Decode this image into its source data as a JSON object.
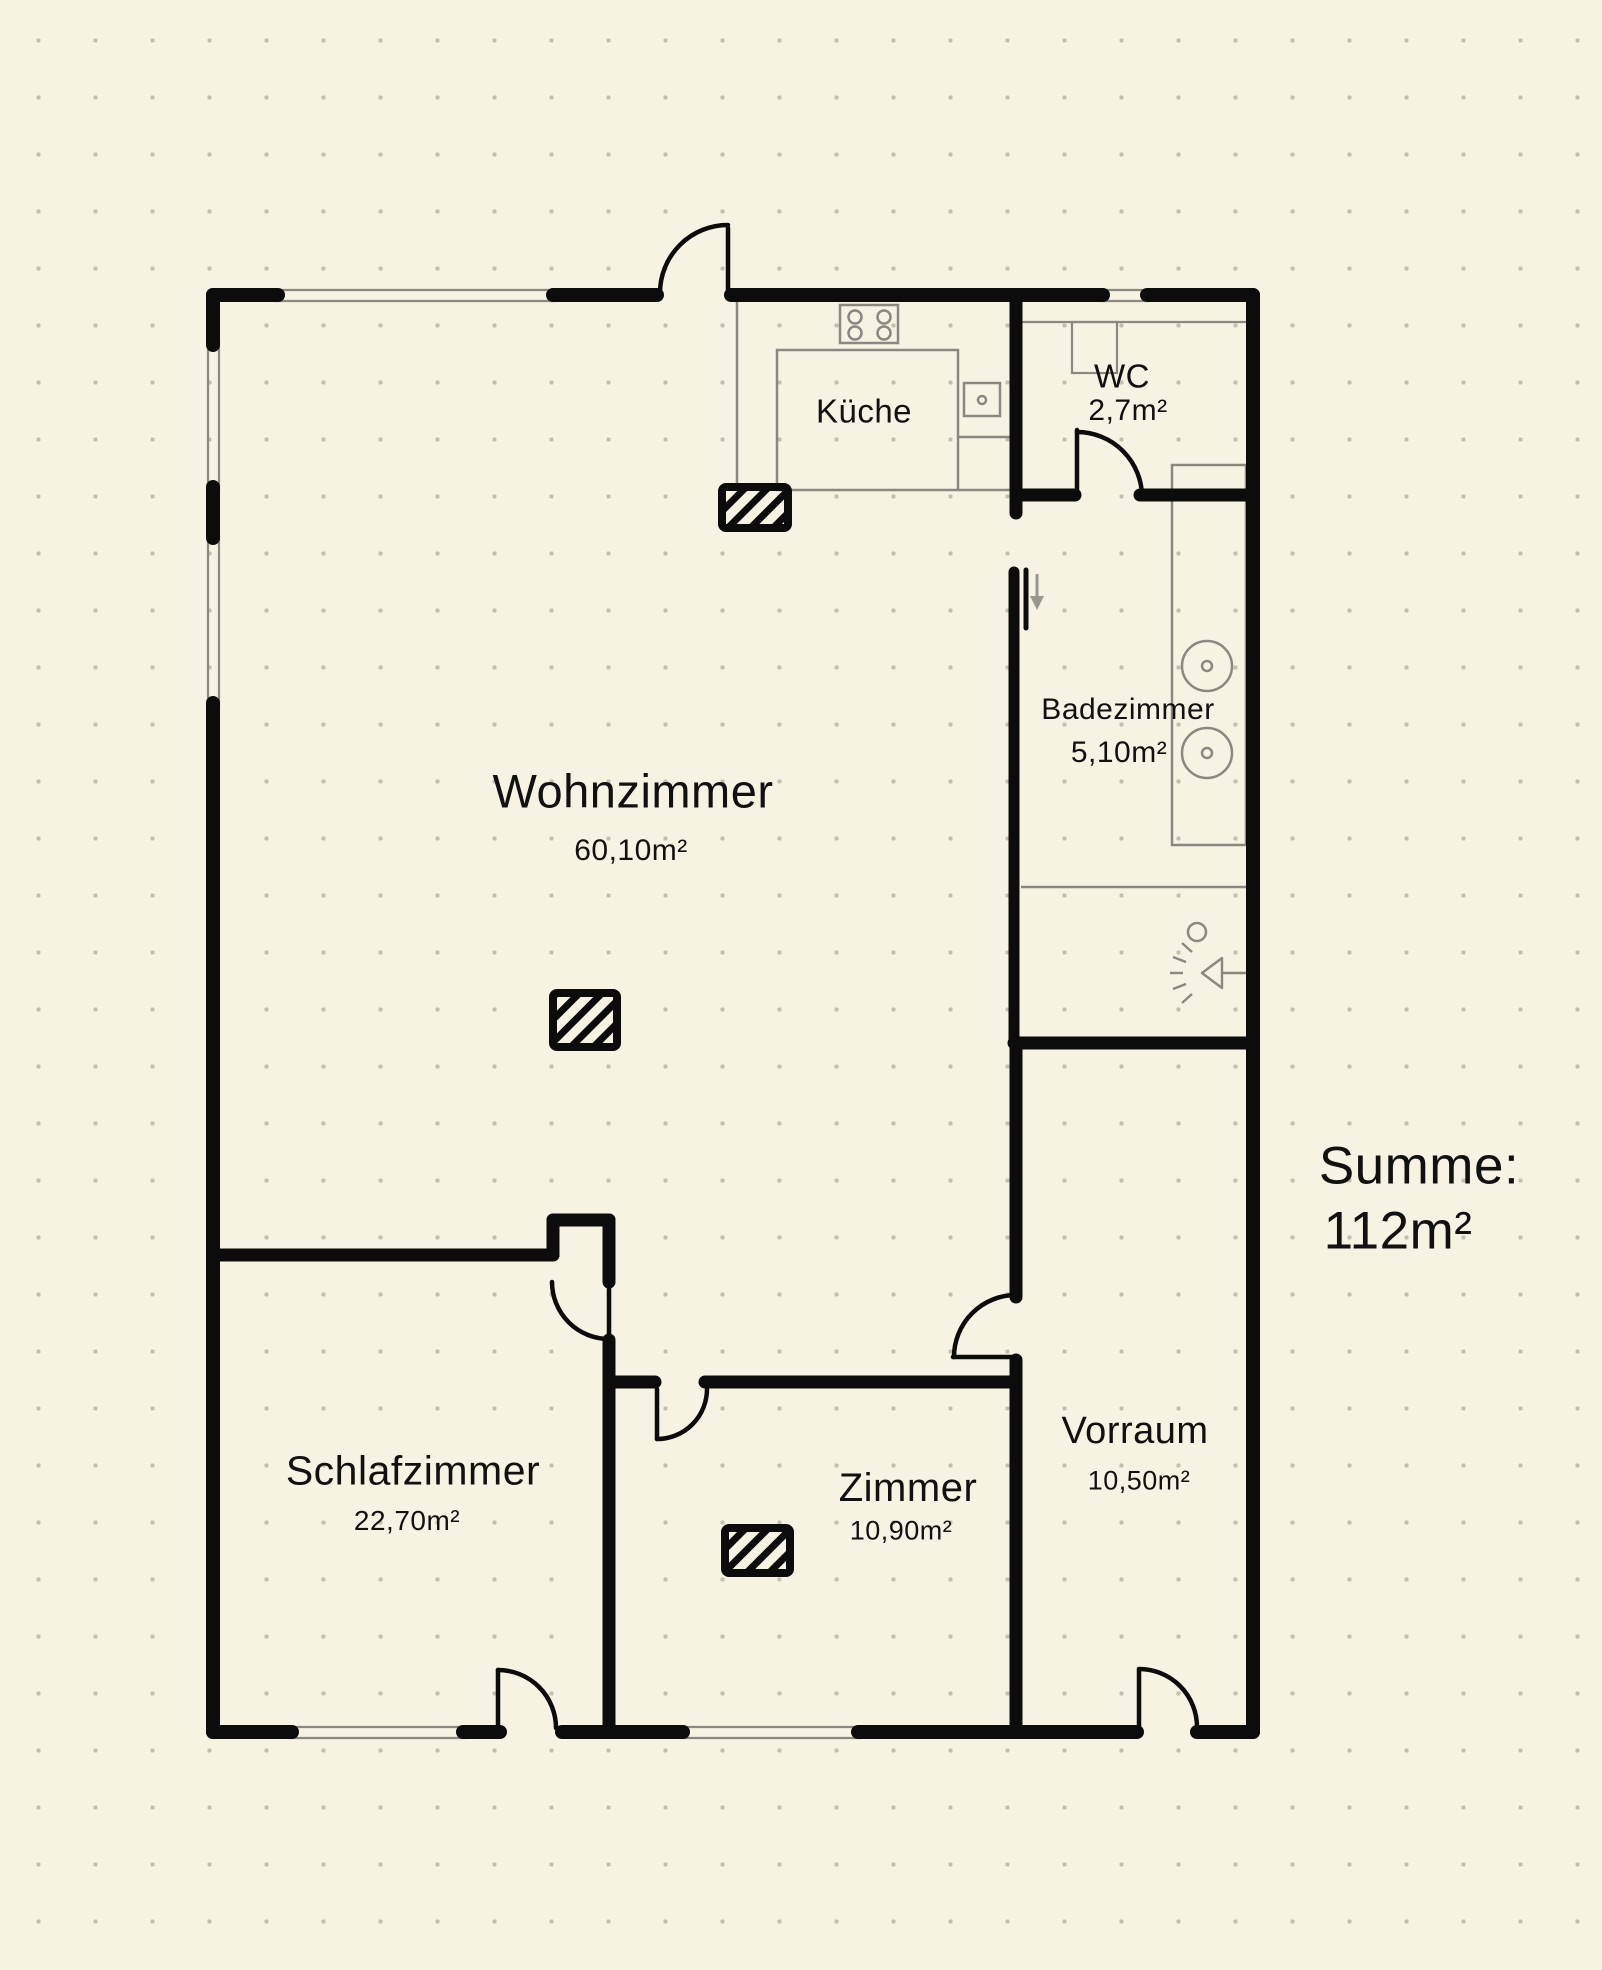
{
  "rooms": [
    {
      "id": "wohnzimmer",
      "name": "Wohnzimmer",
      "area": "60,10m²"
    },
    {
      "id": "kueche",
      "name": "Küche",
      "area": ""
    },
    {
      "id": "wc",
      "name": "WC",
      "area": "2,7m²"
    },
    {
      "id": "badezimmer",
      "name": "Badezimmer",
      "area": "5,10m²"
    },
    {
      "id": "schlafzimmer",
      "name": "Schlafzimmer",
      "area": "22,70m²"
    },
    {
      "id": "zimmer",
      "name": "Zimmer",
      "area": "10,90m²"
    },
    {
      "id": "vorraum",
      "name": "Vorraum",
      "area": "10,50m²"
    }
  ],
  "summary": {
    "label": "Summe:",
    "value": "112m²"
  },
  "colors": {
    "wall": "#0c0c0c",
    "fixture_line": "#8a8880",
    "window_line": "#8a8880",
    "background": "#f7f3e2",
    "grid_dot": "#c2c0af",
    "text": "#111111"
  },
  "icons": {
    "stove": "stove-icon (4-burner cooktop rectangle with circles)",
    "kitchen_sink": "sink-icon (small square with drain circle)",
    "wc_sink": "sink-icon (wall-mounted basin rectangle)",
    "bathroom_sinks": "sink-icon (two round basins on vanity)",
    "shower": "shower-icon (spray head with dashes)",
    "drain": "drain-icon (small circle)",
    "chimney": "chimney-icon (hatched block, 3 instances)",
    "entry_arrow": "entry-arrow-icon (gray arrow marking sliding-door entrance)"
  }
}
